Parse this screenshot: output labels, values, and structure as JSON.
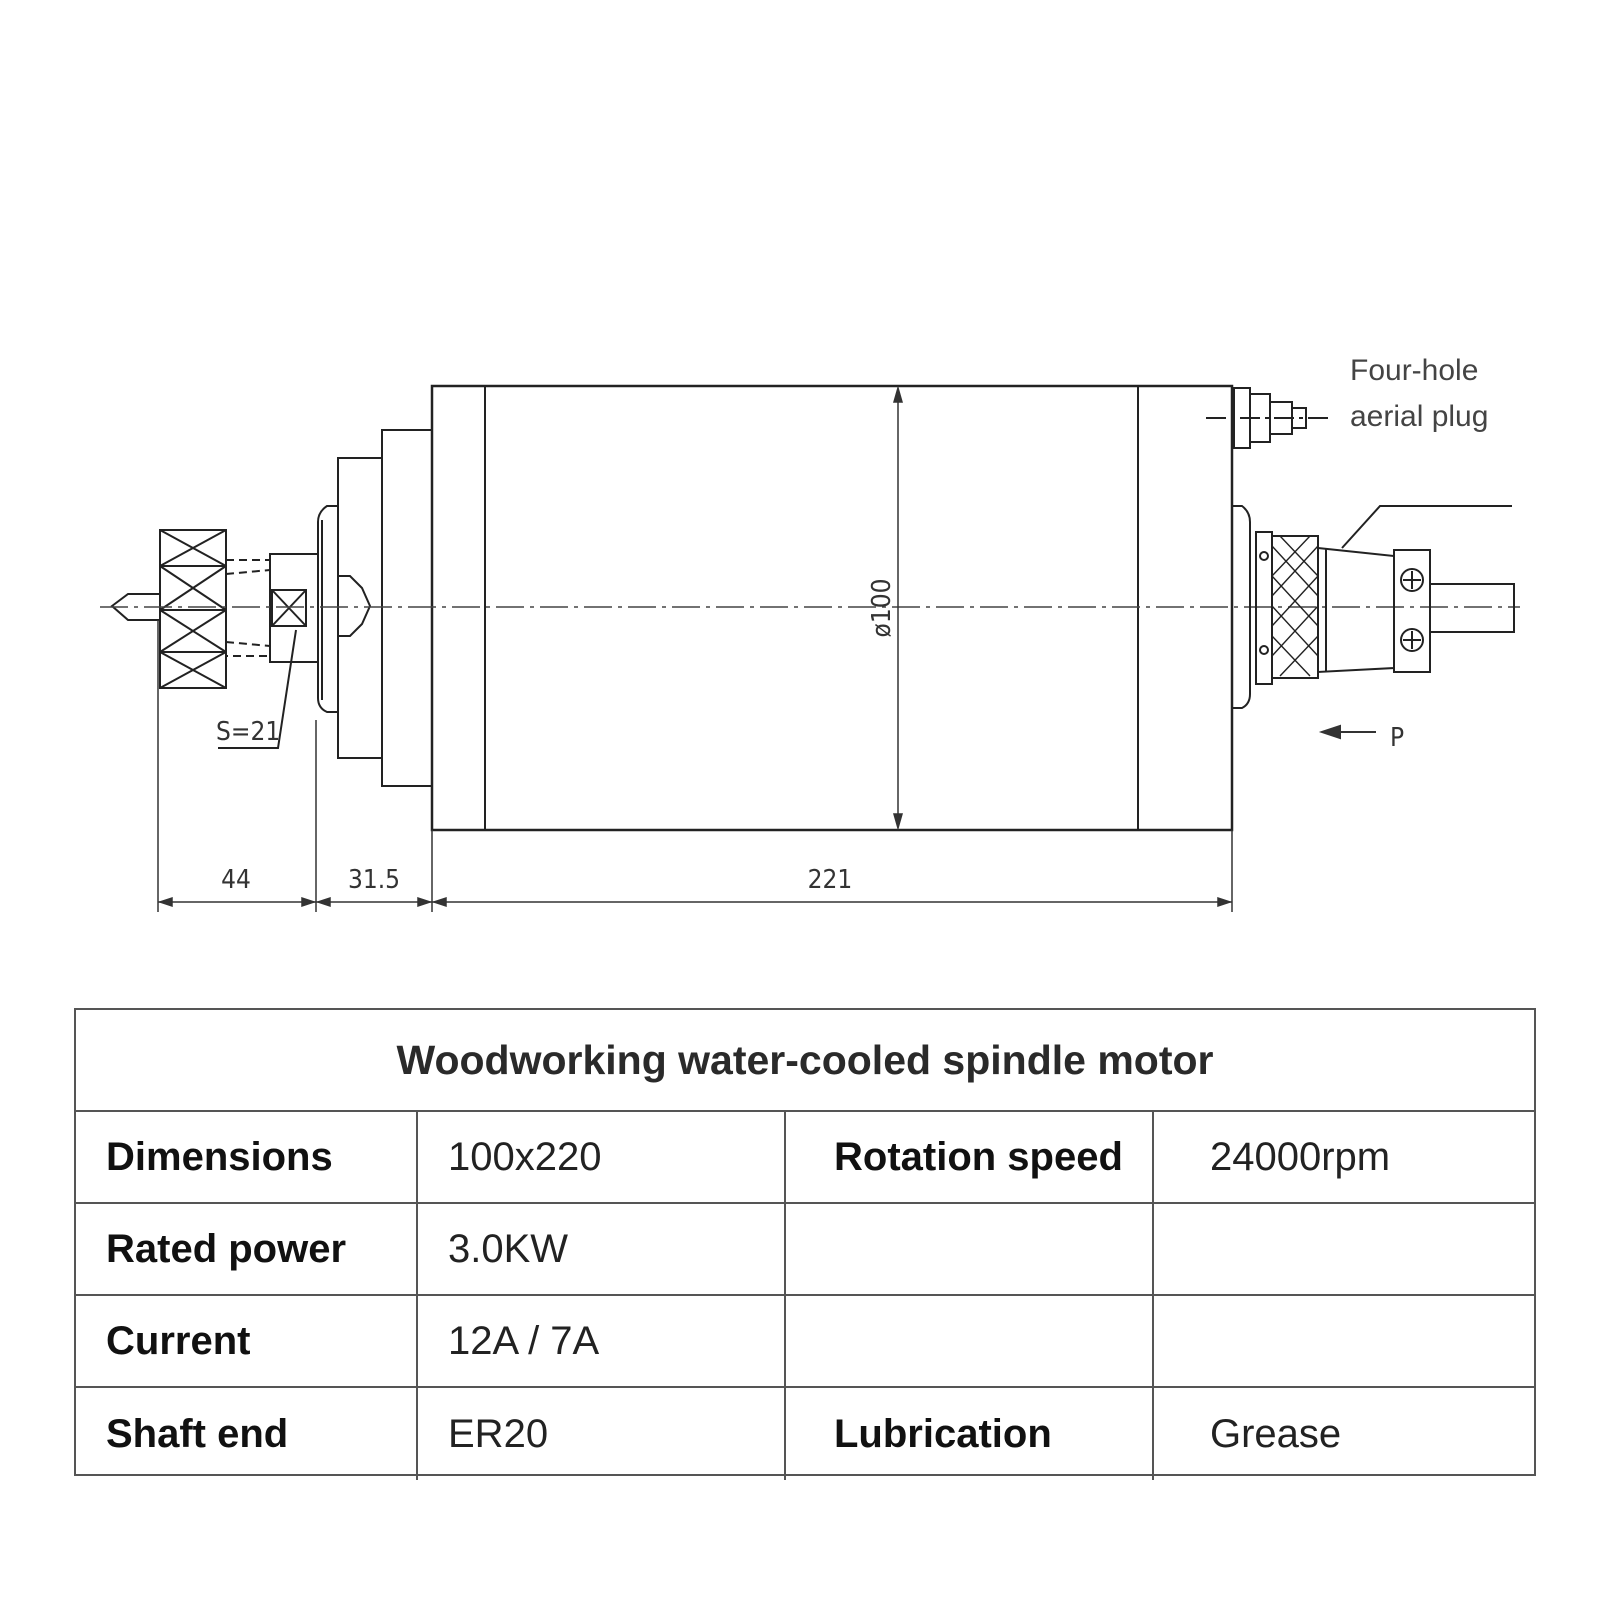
{
  "drawing": {
    "dimensions": {
      "front": "44",
      "mid": "31.5",
      "body": "221"
    },
    "diameter": "ø100",
    "wrench_size": "S=21",
    "direction_label": "P",
    "plug_label_line1": "Four-hole",
    "plug_label_line2": "aerial plug"
  },
  "table": {
    "title": "Woodworking water-cooled spindle motor",
    "rows": [
      {
        "label1": "Dimensions",
        "value1": "100x220",
        "label2": "Rotation speed",
        "value2": "24000rpm"
      },
      {
        "label1": "Rated power",
        "value1": "3.0KW",
        "label2": "",
        "value2": ""
      },
      {
        "label1": "Current",
        "value1": "12A / 7A",
        "label2": "",
        "value2": ""
      },
      {
        "label1": "Shaft end",
        "value1": "ER20",
        "label2": "Lubrication",
        "value2": "Grease"
      }
    ]
  }
}
